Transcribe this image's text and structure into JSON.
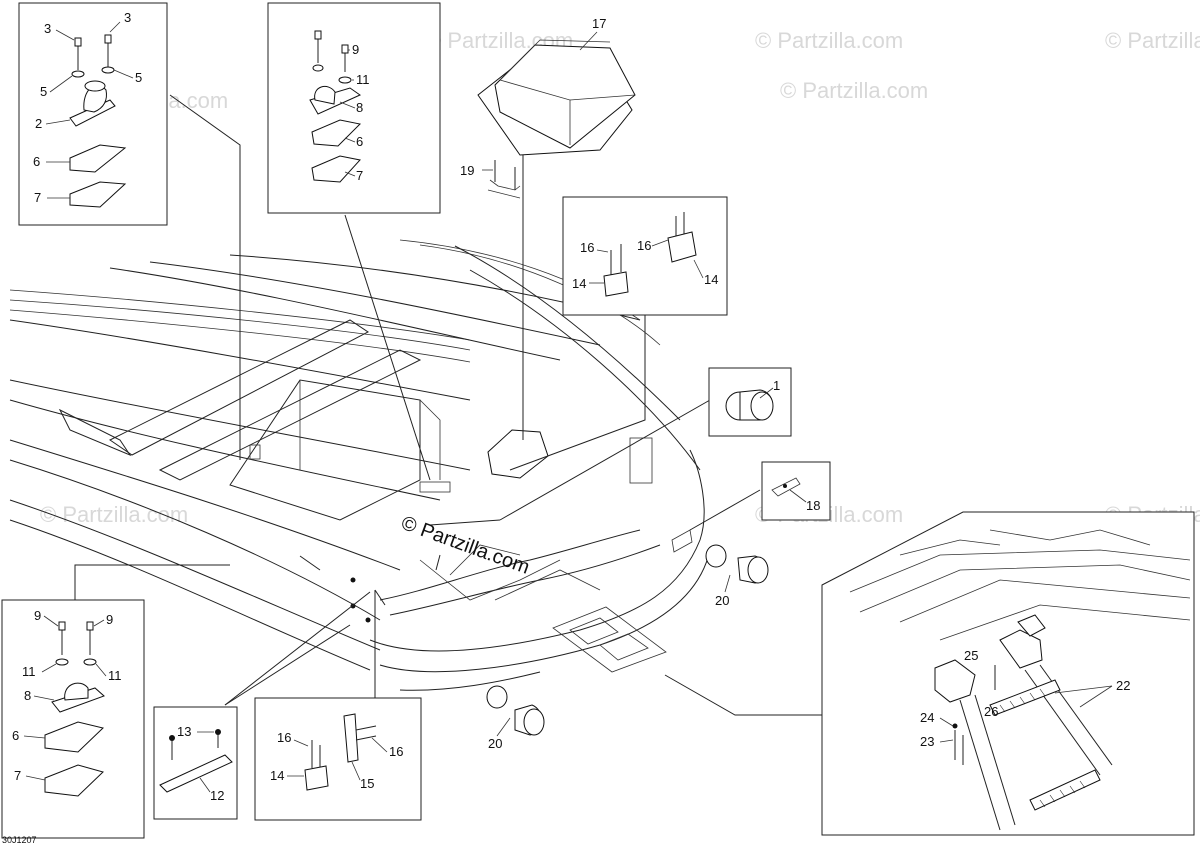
{
  "diagram_code": "30J1207",
  "watermark": {
    "center_text": "© Partzilla.com",
    "faint_text": "© Partzilla.com"
  },
  "callouts": {
    "c1": "1",
    "c2": "2",
    "c3a": "3",
    "c3b": "3",
    "c5a": "5",
    "c5b": "5",
    "c6a": "6",
    "c7a": "7",
    "c9a": "9",
    "c11a": "11",
    "c8a": "8",
    "c6b": "6",
    "c7b": "7",
    "c17": "17",
    "c19": "19",
    "c16a": "16",
    "c16b": "16",
    "c14a": "14",
    "c14b": "14",
    "c18": "18",
    "c20a": "20",
    "c20b": "20",
    "c9b": "9",
    "c9c": "9",
    "c11b": "11",
    "c11c": "11",
    "c8b": "8",
    "c6c": "6",
    "c7c": "7",
    "c13": "13",
    "c12": "12",
    "c16c": "16",
    "c16d": "16",
    "c14c": "14",
    "c15": "15",
    "c22": "22",
    "c25": "25",
    "c26": "26",
    "c24": "24",
    "c23": "23"
  }
}
